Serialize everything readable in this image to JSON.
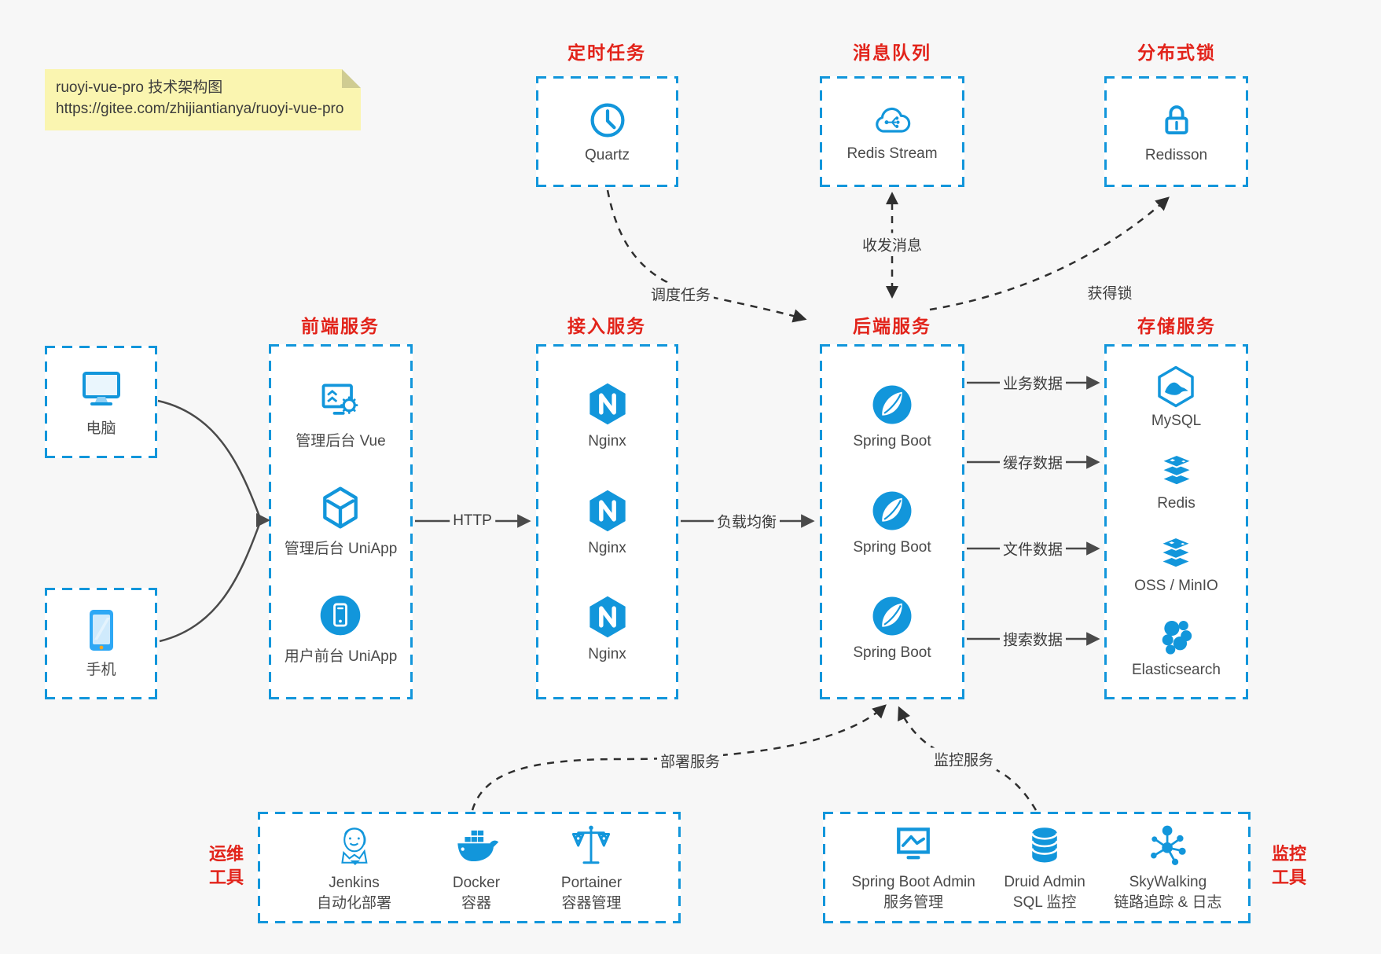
{
  "note": {
    "line1": "ruoyi-vue-pro 技术架构图",
    "line2": "https://gitee.com/zhijiantianya/ruoyi-vue-pro"
  },
  "colors": {
    "accent_blue": "#1296db",
    "heading_red": "#e2231a",
    "solid_arrow": "#4a4a4a",
    "dashed_arrow": "#2f2f2f",
    "page_bg": "#f7f7f7",
    "note_bg": "#faf5b0"
  },
  "groups": {
    "scheduled": {
      "title": "定时任务",
      "item": {
        "label": "Quartz",
        "icon": "clock-icon"
      }
    },
    "mq": {
      "title": "消息队列",
      "item": {
        "label": "Redis Stream",
        "icon": "cloud-stream-icon"
      }
    },
    "lock": {
      "title": "分布式锁",
      "item": {
        "label": "Redisson",
        "icon": "lock-icon"
      }
    },
    "clients": {
      "pc": {
        "label": "电脑",
        "icon": "desktop-icon"
      },
      "mobile": {
        "label": "手机",
        "icon": "smartphone-icon"
      }
    },
    "frontend": {
      "title": "前端服务",
      "items": [
        {
          "label": "管理后台 Vue",
          "icon": "admin-screen-gear-icon"
        },
        {
          "label": "管理后台 UniApp",
          "icon": "cube-icon"
        },
        {
          "label": "用户前台 UniApp",
          "icon": "mobile-app-circle-icon"
        }
      ]
    },
    "gateway": {
      "title": "接入服务",
      "items": [
        {
          "label": "Nginx",
          "icon": "nginx-icon"
        },
        {
          "label": "Nginx",
          "icon": "nginx-icon"
        },
        {
          "label": "Nginx",
          "icon": "nginx-icon"
        }
      ]
    },
    "backend": {
      "title": "后端服务",
      "items": [
        {
          "label": "Spring Boot",
          "icon": "spring-boot-icon"
        },
        {
          "label": "Spring Boot",
          "icon": "spring-boot-icon"
        },
        {
          "label": "Spring Boot",
          "icon": "spring-boot-icon"
        }
      ]
    },
    "storage": {
      "title": "存储服务",
      "items": [
        {
          "label": "MySQL",
          "icon": "mysql-icon"
        },
        {
          "label": "Redis",
          "icon": "redis-stack-icon"
        },
        {
          "label": "OSS / MinIO",
          "icon": "object-storage-icon"
        },
        {
          "label": "Elasticsearch",
          "icon": "elasticsearch-icon"
        }
      ]
    },
    "devops": {
      "side_line1": "运维",
      "side_line2": "工具",
      "items": [
        {
          "name": "Jenkins",
          "desc": "自动化部署",
          "icon": "jenkins-icon"
        },
        {
          "name": "Docker",
          "desc": "容器",
          "icon": "docker-icon"
        },
        {
          "name": "Portainer",
          "desc": "容器管理",
          "icon": "portainer-scales-icon"
        }
      ]
    },
    "monitoring_tools": {
      "side_line1": "监控",
      "side_line2": "工具",
      "items": [
        {
          "name": "Spring Boot Admin",
          "desc": "服务管理",
          "icon": "admin-monitor-icon"
        },
        {
          "name": "Druid Admin",
          "desc": "SQL 监控",
          "icon": "database-icon"
        },
        {
          "name": "SkyWalking",
          "desc": "链路追踪 & 日志",
          "icon": "topology-icon"
        }
      ]
    }
  },
  "edges": {
    "http": "HTTP",
    "load_balance": "负载均衡",
    "schedule": "调度任务",
    "messages": "收发消息",
    "acquire_lock": "获得锁",
    "business_data": "业务数据",
    "cache_data": "缓存数据",
    "file_data": "文件数据",
    "search_data": "搜索数据",
    "deploy": "部署服务",
    "monitor": "监控服务"
  }
}
